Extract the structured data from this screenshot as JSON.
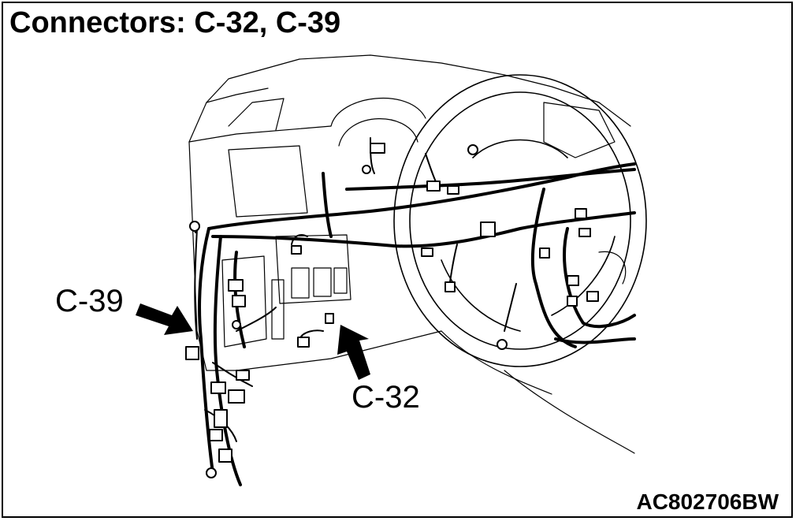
{
  "title": "Connectors: C-32, C-39",
  "reference_code": "AC802706BW",
  "callouts": [
    {
      "label": "C-39"
    },
    {
      "label": "C-32"
    }
  ],
  "colors": {
    "line": "#000000",
    "background": "#ffffff"
  }
}
